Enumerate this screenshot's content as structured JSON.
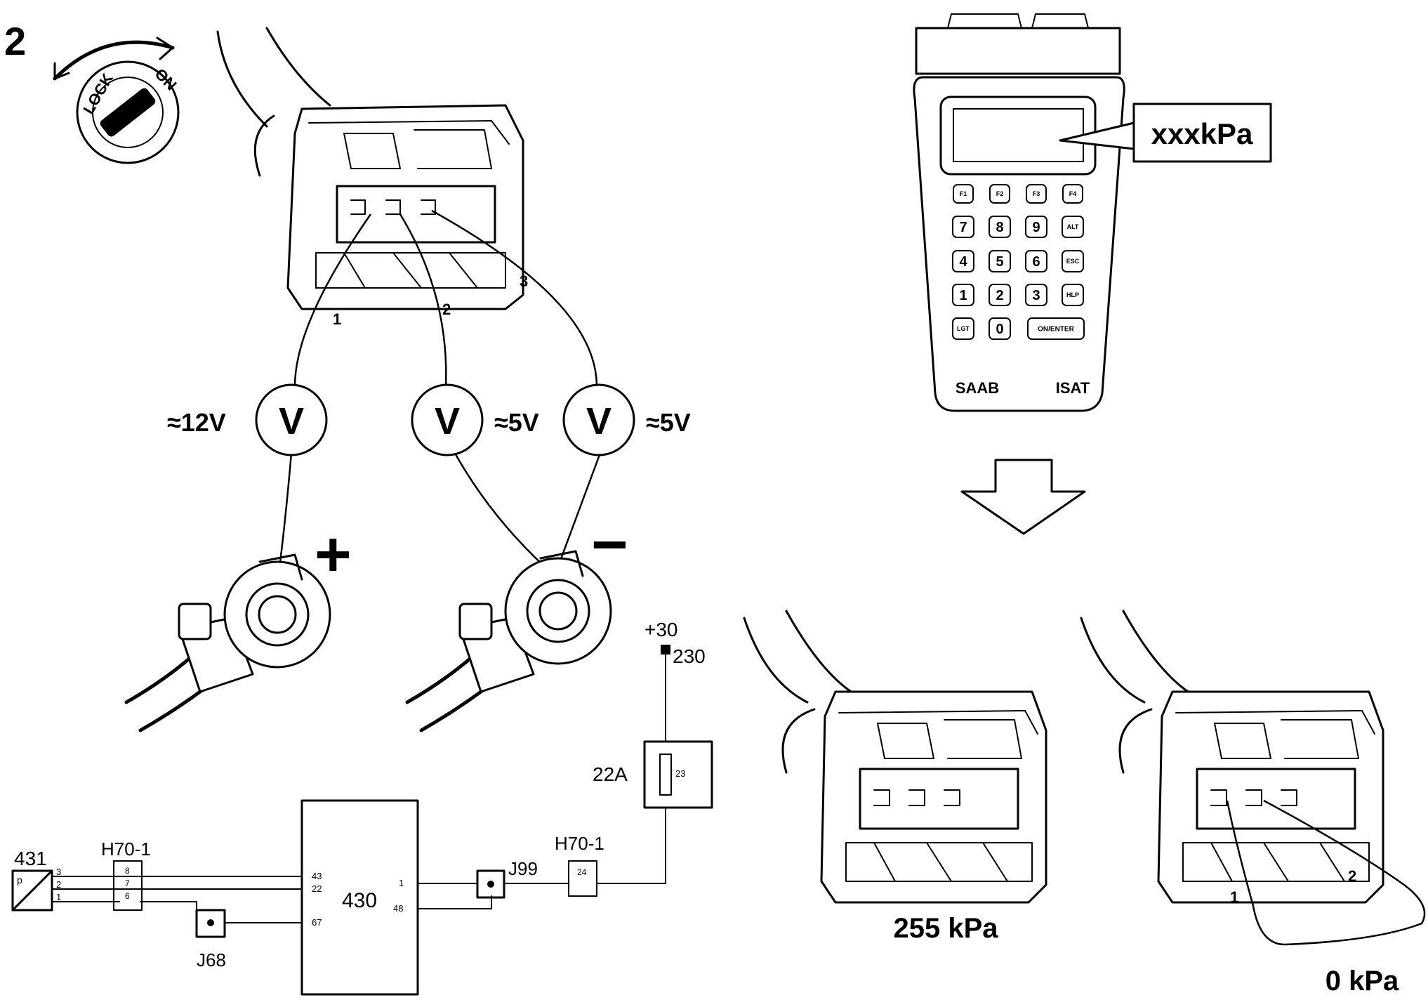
{
  "step_number": "2",
  "ignition": {
    "lock_label": "LOCK",
    "on_label": "ON"
  },
  "connector_top": {
    "pins": [
      "1",
      "2",
      "3"
    ]
  },
  "voltmeters": [
    {
      "symbol": "V",
      "reading": "≈12V"
    },
    {
      "symbol": "V",
      "reading": "≈5V"
    },
    {
      "symbol": "V",
      "reading": "≈5V"
    }
  ],
  "battery_terminals": {
    "plus": "+",
    "minus": "−"
  },
  "tester": {
    "display_readout": "xxxkPa",
    "brand": "SAAB",
    "model": "ISAT",
    "function_keys": [
      "F1",
      "F2",
      "F3",
      "F4"
    ],
    "keys": [
      "7",
      "8",
      "9",
      "ALT",
      "4",
      "5",
      "6",
      "ESC",
      "1",
      "2",
      "3",
      "HLP",
      "LGT",
      "0",
      "ON/ENTER"
    ]
  },
  "results": {
    "open_connector": "255 kPa",
    "bridged_connector": "0 kPa",
    "bridged_pins": [
      "1",
      "2"
    ]
  },
  "schematic": {
    "sensor": "431",
    "sensor_symbol": "p",
    "sensor_pins": [
      "3",
      "2",
      "1"
    ],
    "connector_left": "H70-1",
    "connector_left_pins": [
      "8",
      "7",
      "6"
    ],
    "ground_left": "J68",
    "ecu": "430",
    "ecu_pins": [
      "43",
      "22",
      "67",
      "1",
      "48"
    ],
    "splice": "J99",
    "connector_right": "H70-1",
    "connector_right_pin": "24",
    "fuse": "22A",
    "fuse_number": "23",
    "supply": "+30",
    "supply_wire": "230"
  }
}
